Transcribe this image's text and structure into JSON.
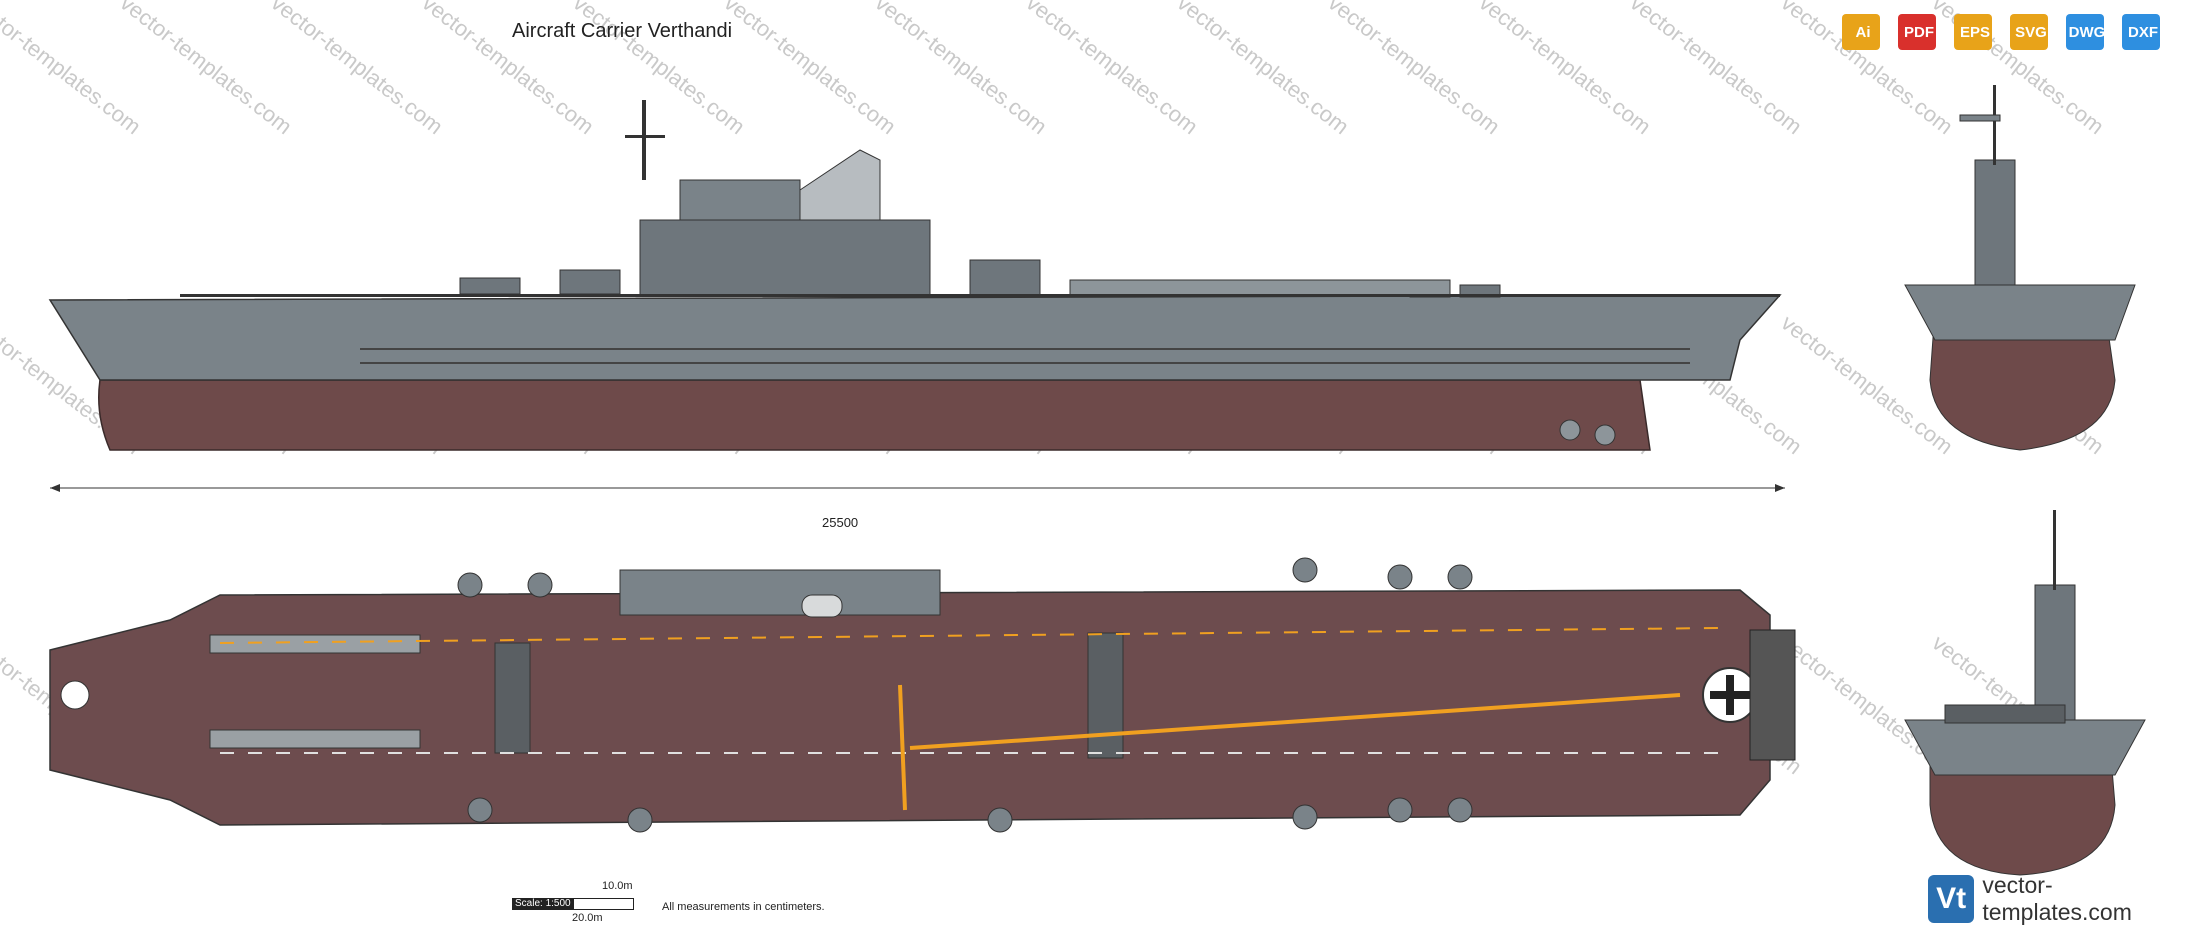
{
  "title": "Aircraft Carrier Verthandi",
  "watermark_text": "vector-templates.com",
  "formats": [
    {
      "label": "Ai",
      "color": "#e8a319"
    },
    {
      "label": "PDF",
      "color": "#d9302c"
    },
    {
      "label": "EPS",
      "color": "#e8a319"
    },
    {
      "label": "SVG",
      "color": "#e8a319"
    },
    {
      "label": "DWG",
      "color": "#2e8fe0"
    },
    {
      "label": "DXF",
      "color": "#2e8fe0"
    }
  ],
  "dimension": "25500",
  "scale": {
    "label": "Scale: 1:500",
    "ten": "10.0m",
    "twenty": "20.0m"
  },
  "measure_note": "All measurements in centimeters.",
  "brand": {
    "logo": "Vt",
    "name": "vector-templates.com"
  },
  "colors": {
    "hull_grey": "#7a8389",
    "hull_red": "#6e4a4a",
    "deck": "#6d4c4e",
    "orange": "#f0a020"
  }
}
